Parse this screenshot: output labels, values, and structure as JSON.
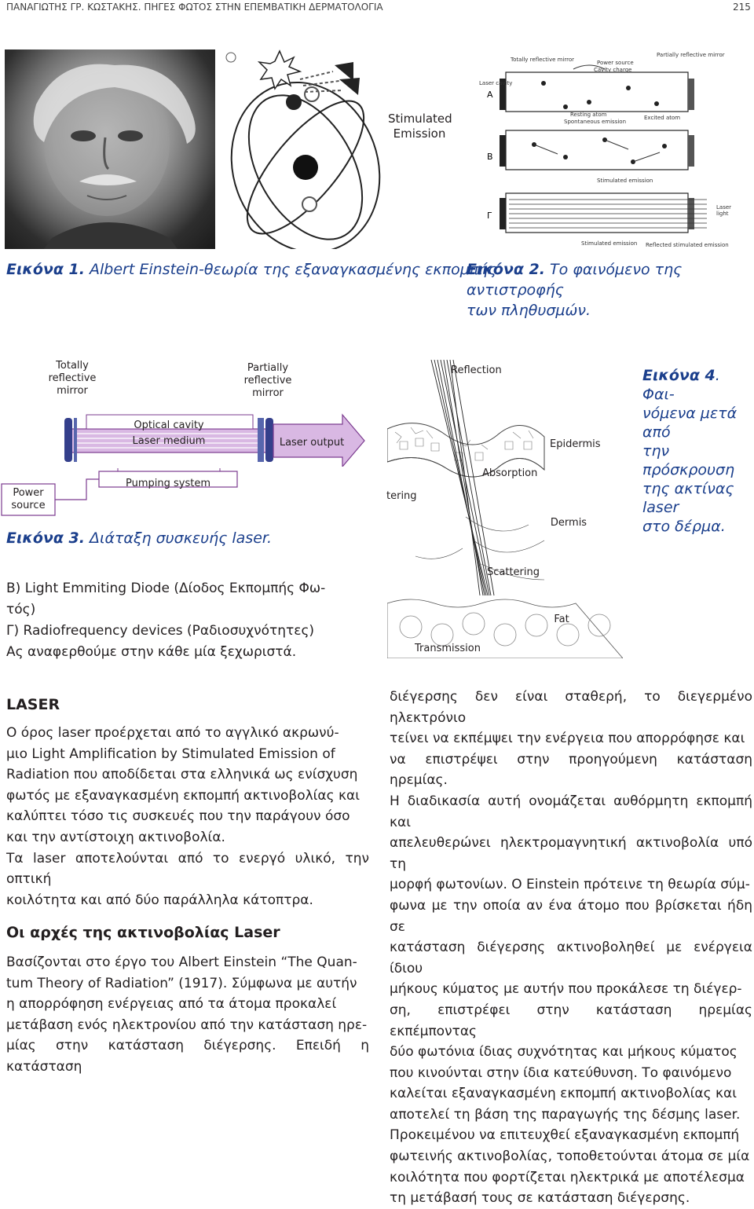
{
  "header": {
    "running_title": "ΠΑΝΑΓΙΩΤΗΣ ΓΡ. ΚΩΣΤΑΚΗΣ. ΠΗΓΕΣ ΦΩΤΟΣ ΣΤΗΝ ΕΠΕΜΒΑΤΙΚΗ ΔΕΡΜΑΤΟΛΟΓΙΑ",
    "page_number": "215"
  },
  "figure1": {
    "label": "Stimulated Emission",
    "label_line1": "Stimulated",
    "label_line2": "Emission",
    "caption_num": "Εικόνα 1.",
    "caption_text": " Albert Einstein-θεωρία της εξαναγκασμένης εκπομπής."
  },
  "figure2": {
    "labels": {
      "totally_reflective": "Totally reflective mirror",
      "partially_reflective": "Partially reflective mirror",
      "power_source": "Power source",
      "cavity_charge": "Cavity charge",
      "laser_cavity": "Laser cavity",
      "resting_atom": "Resting atom",
      "spontaneous_emission": "Spontaneous emission",
      "excited_atom": "Excited atom",
      "stimulated_emission": "Stimulated emission",
      "laser_light_1": "Laser",
      "laser_light_2": "light",
      "reflected_stimulated": "Reflected stimulated emission"
    },
    "panels": [
      "A",
      "B",
      "Γ"
    ],
    "caption_num": "Εικόνα 2.",
    "caption_line1": " Το φαινόμενο της αντιστροφής",
    "caption_line2": "των πληθυσμών."
  },
  "figure3": {
    "totally_1": "Totally",
    "totally_2": "reflective",
    "totally_3": "mirror",
    "partially_1": "Partially",
    "partially_2": "reflective",
    "partially_3": "mirror",
    "optical_cavity": "Optical cavity",
    "laser_medium": "Laser medium",
    "laser_output": "Laser output",
    "pumping_system": "Pumping system",
    "power_1": "Power",
    "power_2": "source",
    "caption_num": "Εικόνα 3.",
    "caption_text": " Διάταξη συσκευής laser."
  },
  "figure4": {
    "reflection": "Reflection",
    "epidermis": "Epidermis",
    "absorption": "Absorption",
    "scattering_cut": "tering",
    "dermis": "Dermis",
    "scattering": "Scattering",
    "fat": "Fat",
    "transmission": "Transmission",
    "caption_num": "Εικόνα 4",
    "caption_l1": ". Φαι-",
    "caption_l2": "νόμενα μετά από",
    "caption_l3": "την πρόσκρουση",
    "caption_l4": "της ακτίνας laser",
    "caption_l5": "στο δέρμα."
  },
  "list_text": {
    "b_line1": "Β) Light Emmiting Diode (Δίοδος Εκπομπής Φω-",
    "b_line2": "τός)",
    "c_line": "Γ) Radiofrequency devices (Ραδιοσυχνότητες)",
    "d_line": "Ας αναφερθούμε στην κάθε μία ξεχωριστά."
  },
  "left_column": {
    "heading_laser": "LASER",
    "para1": [
      "Ο όρος laser προέρχεται από το αγγλικό ακρωνύ-",
      "μιο Light Amplification by Stimulated Emission of",
      "Radiation που αποδίδεται στα ελληνικά ως ενίσχυση",
      "φωτός με εξαναγκασμένη εκπομπή ακτινοβολίας και",
      "καλύπτει τόσο τις συσκευές που την παράγουν όσο",
      "και την αντίστοιχη ακτινοβολία."
    ],
    "para2": [
      "Τα laser αποτελούνται από το ενεργό υλικό, την οπτική",
      "κοιλότητα και από δύο παράλληλα κάτοπτρα."
    ],
    "heading_principles": "Οι αρχές της ακτινοβολίας Laser",
    "para3": [
      "Βασίζονται στο έργο του Albert Einstein “The Quan-",
      "tum Theory of Radiation” (1917). Σύμφωνα με αυτήν",
      "η απορρόφηση ενέργειας από τα άτομα προκαλεί",
      "μετάβαση ενός ηλεκτρονίου από την κατάσταση ηρε-",
      "μίας στην κατάσταση διέγερσης. Επειδή η κατάσταση"
    ]
  },
  "right_column": {
    "lines": [
      "διέγερσης δεν είναι σταθερή, το διεγερμένο ηλεκτρόνιο",
      "τείνει να εκπέμψει την ενέργεια που απορρόφησε και",
      "να επιστρέψει στην προηγούμενη κατάσταση ηρεμίας.",
      "Η διαδικασία αυτή ονομάζεται αυθόρμητη εκπομπή και",
      "απελευθερώνει ηλεκτρομαγνητική ακτινοβολία υπό τη",
      "μορφή φωτονίων. Ο Einstein πρότεινε τη θεωρία σύμ-",
      "φωνα με την οποία αν ένα άτομο που βρίσκεται ήδη σε",
      "κατάσταση διέγερσης ακτινοβοληθεί με ενέργεια ίδιου",
      "μήκους κύματος με αυτήν που προκάλεσε τη διέγερ-",
      "ση, επιστρέφει στην κατάσταση ηρεμίας εκπέμποντας",
      "δύο φωτόνια ίδιας συχνότητας και μήκους κύματος",
      "που κινούνται στην ίδια κατεύθυνση. Το φαινόμενο",
      "καλείται εξαναγκασμένη εκπομπή ακτινοβολίας και",
      "αποτελεί τη βάση της παραγωγής της δέσμης laser.",
      "Προκειμένου να επιτευχθεί εξαναγκασμένη εκπομπή",
      "φωτεινής ακτινοβολίας, τοποθετούνται άτομα σε μία",
      "κοιλότητα που φορτίζεται ηλεκτρικά με αποτέλεσμα",
      "τη μετάβασή τους σε κατάσταση διέγερσης."
    ]
  },
  "colors": {
    "caption_blue": "#1b3f8c",
    "text": "#231f20",
    "laser_purple": "#7b3b8f"
  }
}
